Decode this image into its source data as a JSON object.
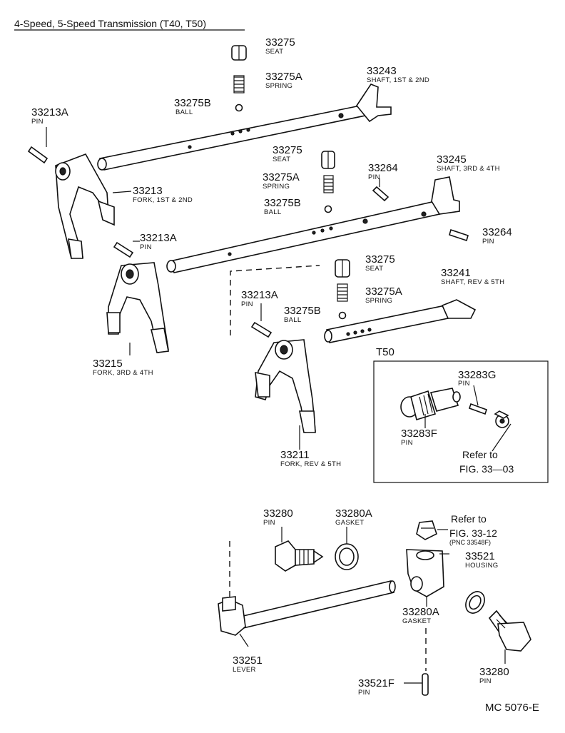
{
  "title": "4-Speed, 5-Speed Transmission (T40, T50)",
  "code": "MC 5076-E",
  "inset_title": "T50",
  "labels": {
    "l33275_1": {
      "num": "33275",
      "desc": "SEAT"
    },
    "l33275A_1": {
      "num": "33275A",
      "desc": "SPRING"
    },
    "l33275B_1": {
      "num": "33275B",
      "desc": "BALL"
    },
    "l33243": {
      "num": "33243",
      "desc": "SHAFT, 1ST & 2ND"
    },
    "l33213A_1": {
      "num": "33213A",
      "desc": "PIN"
    },
    "l33213": {
      "num": "33213",
      "desc": "FORK, 1ST & 2ND"
    },
    "l33275_2": {
      "num": "33275",
      "desc": "SEAT"
    },
    "l33275A_2": {
      "num": "33275A",
      "desc": "SPRING"
    },
    "l33275B_2": {
      "num": "33275B",
      "desc": "BALL"
    },
    "l33264_1": {
      "num": "33264",
      "desc": "PIN"
    },
    "l33245": {
      "num": "33245",
      "desc": "SHAFT, 3RD & 4TH"
    },
    "l33264_2": {
      "num": "33264",
      "desc": "PIN"
    },
    "l33213A_2": {
      "num": "33213A",
      "desc": "PIN"
    },
    "l33275_3": {
      "num": "33275",
      "desc": "SEAT"
    },
    "l33275A_3": {
      "num": "33275A",
      "desc": "SPRING"
    },
    "l33275B_3": {
      "num": "33275B",
      "desc": "BALL"
    },
    "l33241": {
      "num": "33241",
      "desc": "SHAFT, REV & 5TH"
    },
    "l33213A_3": {
      "num": "33213A",
      "desc": "PIN"
    },
    "l33215": {
      "num": "33215",
      "desc": "FORK, 3RD & 4TH"
    },
    "l33211": {
      "num": "33211",
      "desc": "FORK, REV & 5TH"
    },
    "l33283G": {
      "num": "33283G",
      "desc": "PIN"
    },
    "l33283F": {
      "num": "33283F",
      "desc": "PIN"
    },
    "l33280_1": {
      "num": "33280",
      "desc": "PIN"
    },
    "l33280A_1": {
      "num": "33280A",
      "desc": "GASKET"
    },
    "l33521": {
      "num": "33521",
      "desc": "HOUSING"
    },
    "l33280A_2": {
      "num": "33280A",
      "desc": "GASKET"
    },
    "l33251": {
      "num": "33251",
      "desc": "LEVER"
    },
    "l33521F": {
      "num": "33521F",
      "desc": "PIN"
    },
    "l33280_2": {
      "num": "33280",
      "desc": "PIN"
    }
  },
  "refer_inset": {
    "line1": "Refer to",
    "line2": "FIG. 33—03"
  },
  "refer_housing": {
    "line1": "Refer to",
    "line2": "FIG. 33-12",
    "line3": "(PNC 33548F)"
  }
}
